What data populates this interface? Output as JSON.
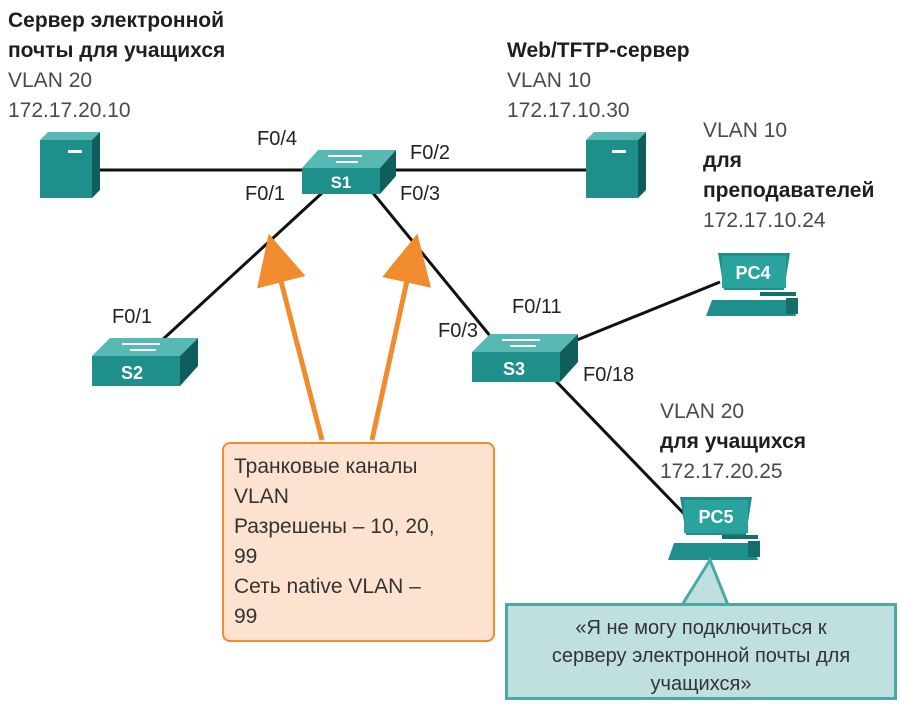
{
  "mail_server": {
    "name_line1": "Сервер электронной",
    "name_line2": "почты для учащихся",
    "vlan": "VLAN 20",
    "ip": "172.17.20.10"
  },
  "web_server": {
    "name": "Web/TFTP-сервер",
    "vlan": "VLAN 10",
    "ip": "172.17.10.30"
  },
  "pc4": {
    "label": "PC4",
    "vlan": "VLAN 10",
    "role_line1": "для",
    "role_line2": "преподавателей",
    "ip": "172.17.10.24"
  },
  "pc5": {
    "label": "PC5",
    "vlan": "VLAN 20",
    "role": "для учащихся",
    "ip": "172.17.20.25"
  },
  "switches": {
    "s1": "S1",
    "s2": "S2",
    "s3": "S3"
  },
  "ports": {
    "s1_f04": "F0/4",
    "s1_f02": "F0/2",
    "s1_f01": "F0/1",
    "s1_f03": "F0/3",
    "s2_f01": "F0/1",
    "s3_f03": "F0/3",
    "s3_f011": "F0/11",
    "s3_f018": "F0/18"
  },
  "trunk_note": {
    "line1": "Транковые каналы",
    "line2": "VLAN",
    "line3": "Разрешены – 10, 20,",
    "line4": "99",
    "line5": "Сеть native VLAN –",
    "line6": "99"
  },
  "quote": {
    "line1": "«Я не могу подключиться к",
    "line2": "серверу электронной почты для",
    "line3": "учащихся»"
  },
  "colors": {
    "device_teal": "#1f8f8b",
    "device_dark": "#146e6b",
    "arrow_orange": "#f08c2e",
    "callout_orange_bg": "#fde3cf",
    "callout_teal_bg": "#bfe0df"
  }
}
